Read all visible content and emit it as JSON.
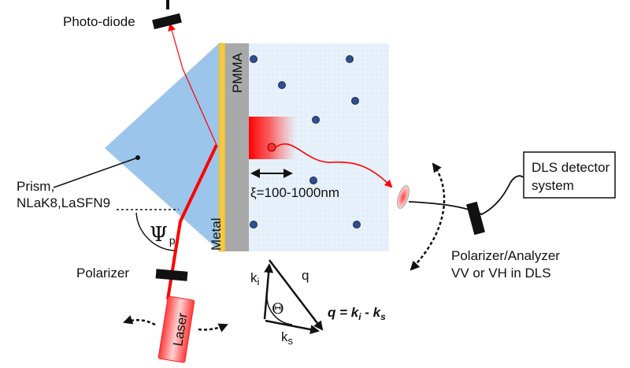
{
  "labels": {
    "photodiode": "Photo-diode",
    "pmma": "PMMA",
    "metal": "Metal",
    "prism_line1": "Prism,",
    "prism_line2": "NLaK8,LaSFN9",
    "psi": "Ψ",
    "psi_sub": "p",
    "polarizer": "Polarizer",
    "laser": "Laser",
    "xi": "ξ=100-1000nm",
    "dls_line1": "DLS detector",
    "dls_line2": "system",
    "analyzer_line1": "Polarizer/Analyzer",
    "analyzer_line2": "VV or VH in DLS",
    "ki": "k",
    "ki_sub": "i",
    "ks": "k",
    "ks_sub": "s",
    "q": "q",
    "theta": "Θ",
    "eq_q": "q = k",
    "eq_i": "i",
    "eq_minus": " - k",
    "eq_s": "s"
  },
  "colors": {
    "laser_beam": "#ff0000",
    "prism": "#9cc5ec",
    "metal": "#f5c842",
    "pmma": "#a9a9a9",
    "solution": "#e6f0fa",
    "particle": "#2f4f8f",
    "component": "#111111"
  }
}
